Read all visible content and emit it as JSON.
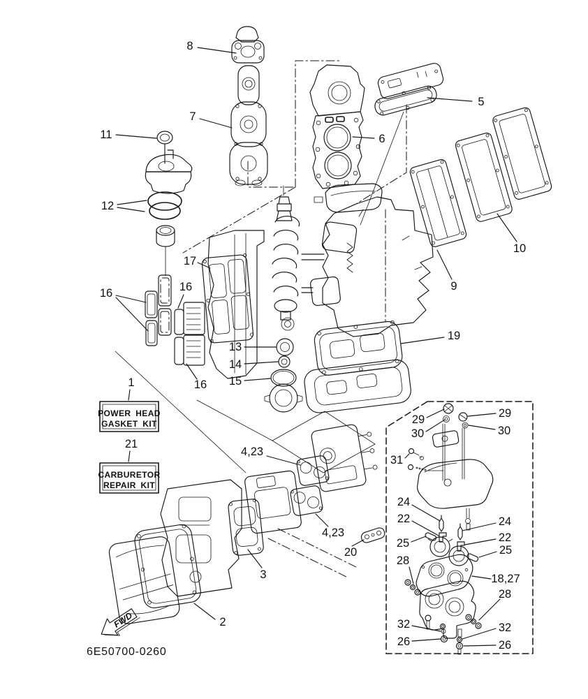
{
  "page": {
    "background": "#ffffff",
    "ink": "#161616"
  },
  "diagram": {
    "drawing_number": "6E50700-0260",
    "fwd_label": "FWD",
    "kit_labels": {
      "power_head": {
        "line1": "POWER HEAD",
        "line2": "GASKET KIT"
      },
      "carburetor": {
        "line1": "CARBURETOR",
        "line2": "REPAIR KIT"
      }
    },
    "callouts": [
      {
        "part": "mount-gasket",
        "text": "8"
      },
      {
        "part": "head-cover-gasket-stack",
        "text": "7"
      },
      {
        "part": "oil-seal-upper",
        "text": "11"
      },
      {
        "part": "o-ring-band",
        "text": "12"
      },
      {
        "part": "cylinder-head-gasket",
        "text": "6"
      },
      {
        "part": "exhaust-outer-cover-gasket",
        "text": "5"
      },
      {
        "part": "exhaust-outer-plate",
        "text": "10"
      },
      {
        "part": "exhaust-inner-plate",
        "text": "9"
      },
      {
        "part": "crankcase-side-gasket",
        "text": "17"
      },
      {
        "part": "reed-valve-gaskets-left",
        "text": "16"
      },
      {
        "part": "reed-valve-gaskets-mid",
        "text": "16"
      },
      {
        "part": "reed-valve-gaskets-bottom",
        "text": "16"
      },
      {
        "part": "oil-seal-lower",
        "text": "13"
      },
      {
        "part": "oil-seal-small",
        "text": "14"
      },
      {
        "part": "o-ring-lower",
        "text": "15"
      },
      {
        "part": "upper-casing-gasket",
        "text": "19"
      },
      {
        "part": "power-head-gasket-kit",
        "text": "1"
      },
      {
        "part": "carburetor-repair-kit",
        "text": "21"
      },
      {
        "part": "carb-mount-gasket-upper",
        "text": "4,23"
      },
      {
        "part": "carb-mount-gasket-lower",
        "text": "4,23"
      },
      {
        "part": "plate-washer",
        "text": "20"
      },
      {
        "part": "intake-valve-gasket",
        "text": "3"
      },
      {
        "part": "silencer-gasket",
        "text": "2"
      },
      {
        "part": "top-screw-left",
        "text": "29"
      },
      {
        "part": "top-washer-left",
        "text": "30"
      },
      {
        "part": "top-screw-right",
        "text": "29"
      },
      {
        "part": "top-washer-right",
        "text": "30"
      },
      {
        "part": "pilot-screw-set",
        "text": "31"
      },
      {
        "part": "needle-valve-left",
        "text": "24"
      },
      {
        "part": "float-arm-left",
        "text": "22"
      },
      {
        "part": "float-pin-left",
        "text": "25"
      },
      {
        "part": "needle-valve-right",
        "text": "24"
      },
      {
        "part": "float-arm-right",
        "text": "22"
      },
      {
        "part": "float-pin-right",
        "text": "25"
      },
      {
        "part": "grommets-left",
        "text": "28"
      },
      {
        "part": "float-bowl-gasket",
        "text": "18,27"
      },
      {
        "part": "grommets-right",
        "text": "28"
      },
      {
        "part": "drain-washer-left",
        "text": "32"
      },
      {
        "part": "drain-screw-left",
        "text": "26"
      },
      {
        "part": "drain-washer-right",
        "text": "32"
      },
      {
        "part": "drain-screw-right",
        "text": "26"
      }
    ]
  }
}
